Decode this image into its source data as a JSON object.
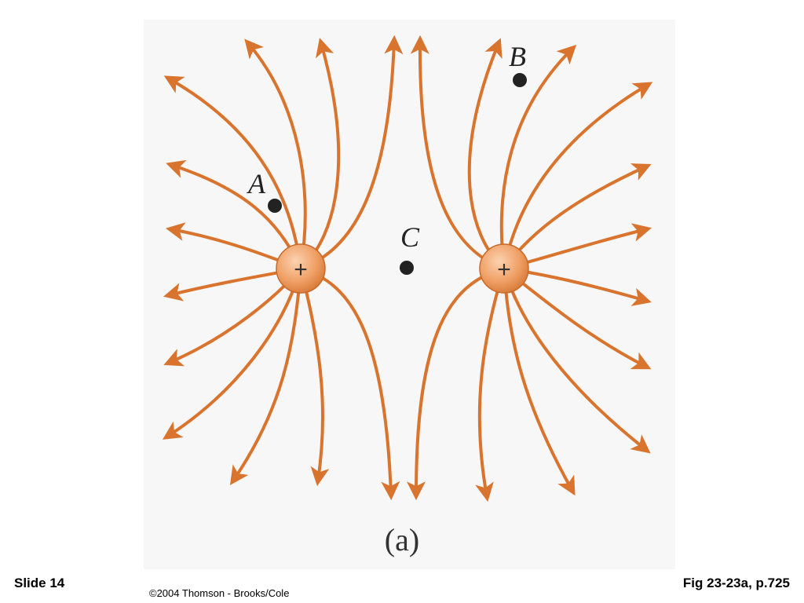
{
  "diagram": {
    "charges": [
      {
        "id": "left",
        "sign": "+"
      },
      {
        "id": "right",
        "sign": "+"
      }
    ],
    "points": [
      {
        "id": "A",
        "label": "A"
      },
      {
        "id": "B",
        "label": "B"
      },
      {
        "id": "C",
        "label": "C"
      }
    ],
    "caption": "(a)",
    "colors": {
      "field_line": "#d9742e",
      "charge_fill": "#f0a066",
      "point": "#222222"
    }
  },
  "footer": {
    "slide": "Slide 14",
    "copyright": "©2004 Thomson - Brooks/Cole",
    "figure_ref": "Fig 23-23a, p.725"
  }
}
